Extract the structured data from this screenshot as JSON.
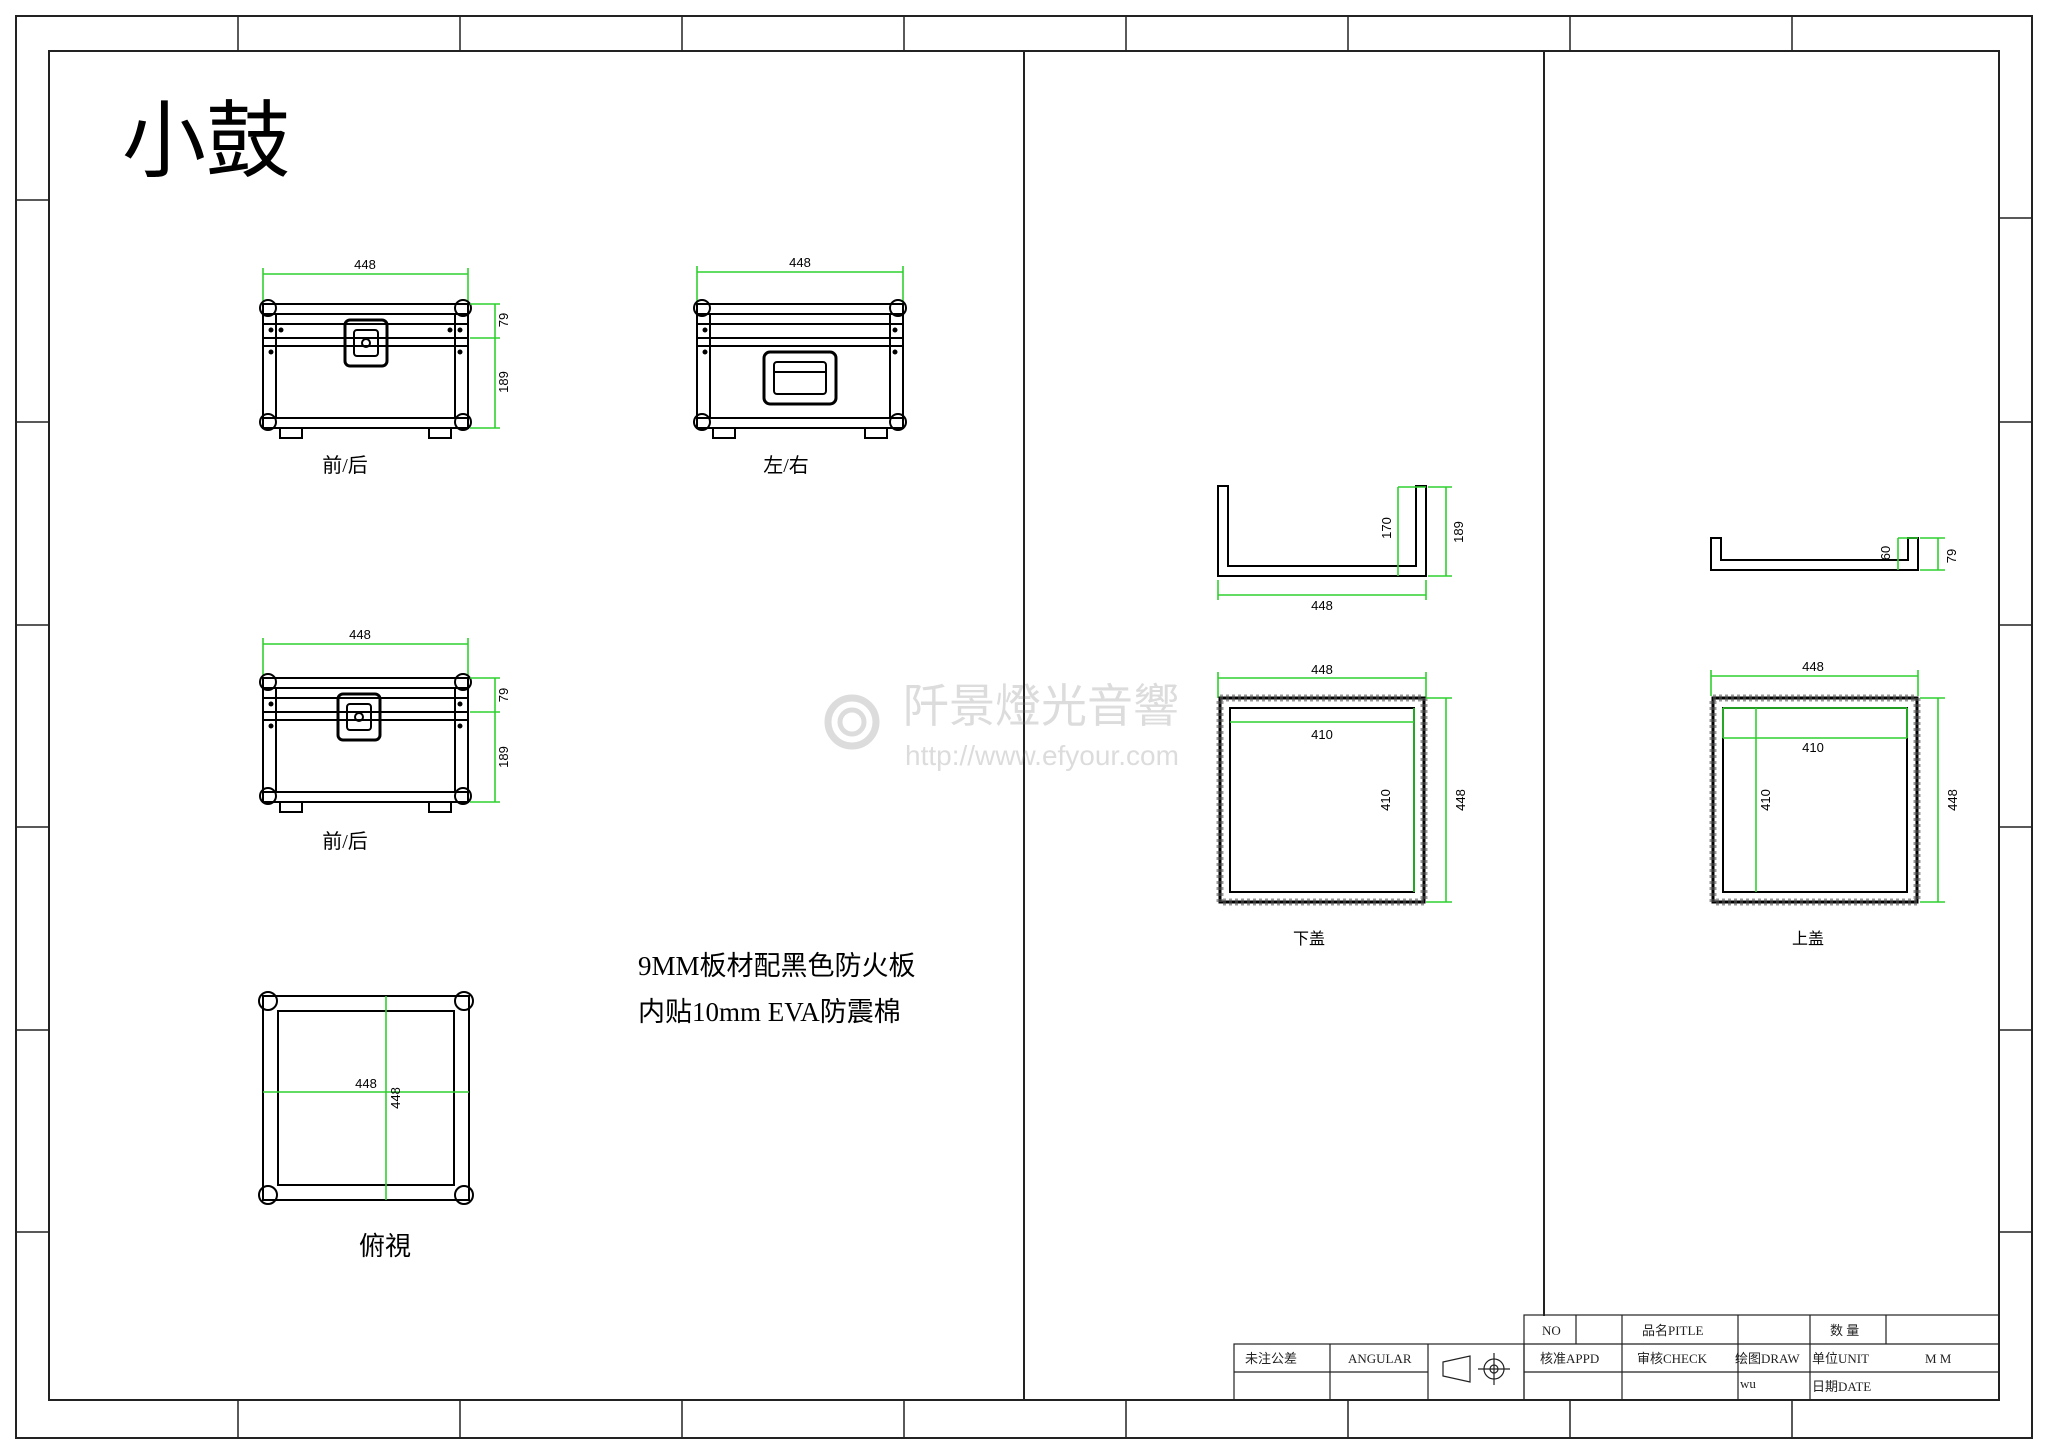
{
  "title": "小鼓",
  "views": {
    "front1": {
      "label": "前/后",
      "width": "448",
      "h_lid": "79",
      "h_body": "189"
    },
    "side": {
      "label": "左/右",
      "width": "448"
    },
    "front2": {
      "label": "前/后",
      "width": "448",
      "h_lid": "79",
      "h_body": "189"
    },
    "top": {
      "label": "俯視",
      "width": "448",
      "depth": "448"
    }
  },
  "notes": {
    "line1": "9MM板材配黑色防火板",
    "line2": "内贴10mm  EVA防震棉"
  },
  "lower_lid": {
    "label": "下盖",
    "width": "448",
    "inner_h": "170",
    "outer_h": "189",
    "plan_width": "448",
    "plan_inner_w": "410",
    "plan_inner_d": "410",
    "plan_depth": "448"
  },
  "upper_lid": {
    "label": "上盖",
    "inner_h": "60",
    "outer_h": "79",
    "plan_width": "448",
    "plan_inner_w": "410",
    "plan_inner_d": "410",
    "plan_depth": "448"
  },
  "watermark": {
    "name": "阡景燈光音響",
    "url": "http://www.efyour.com"
  },
  "title_block": {
    "no": "NO",
    "pitle": "品名PITLE",
    "qty": "数 量",
    "tolerance": "未注公差",
    "angular": "ANGULAR",
    "appd": "核准APPD",
    "check": "审核CHECK",
    "draw": "绘图DRAW",
    "unit": "单位UNIT",
    "unit_value": "M M",
    "drawer": "wu",
    "date": "日期DATE"
  },
  "colors": {
    "dimension": "#2fd12f",
    "line": "#000000"
  }
}
